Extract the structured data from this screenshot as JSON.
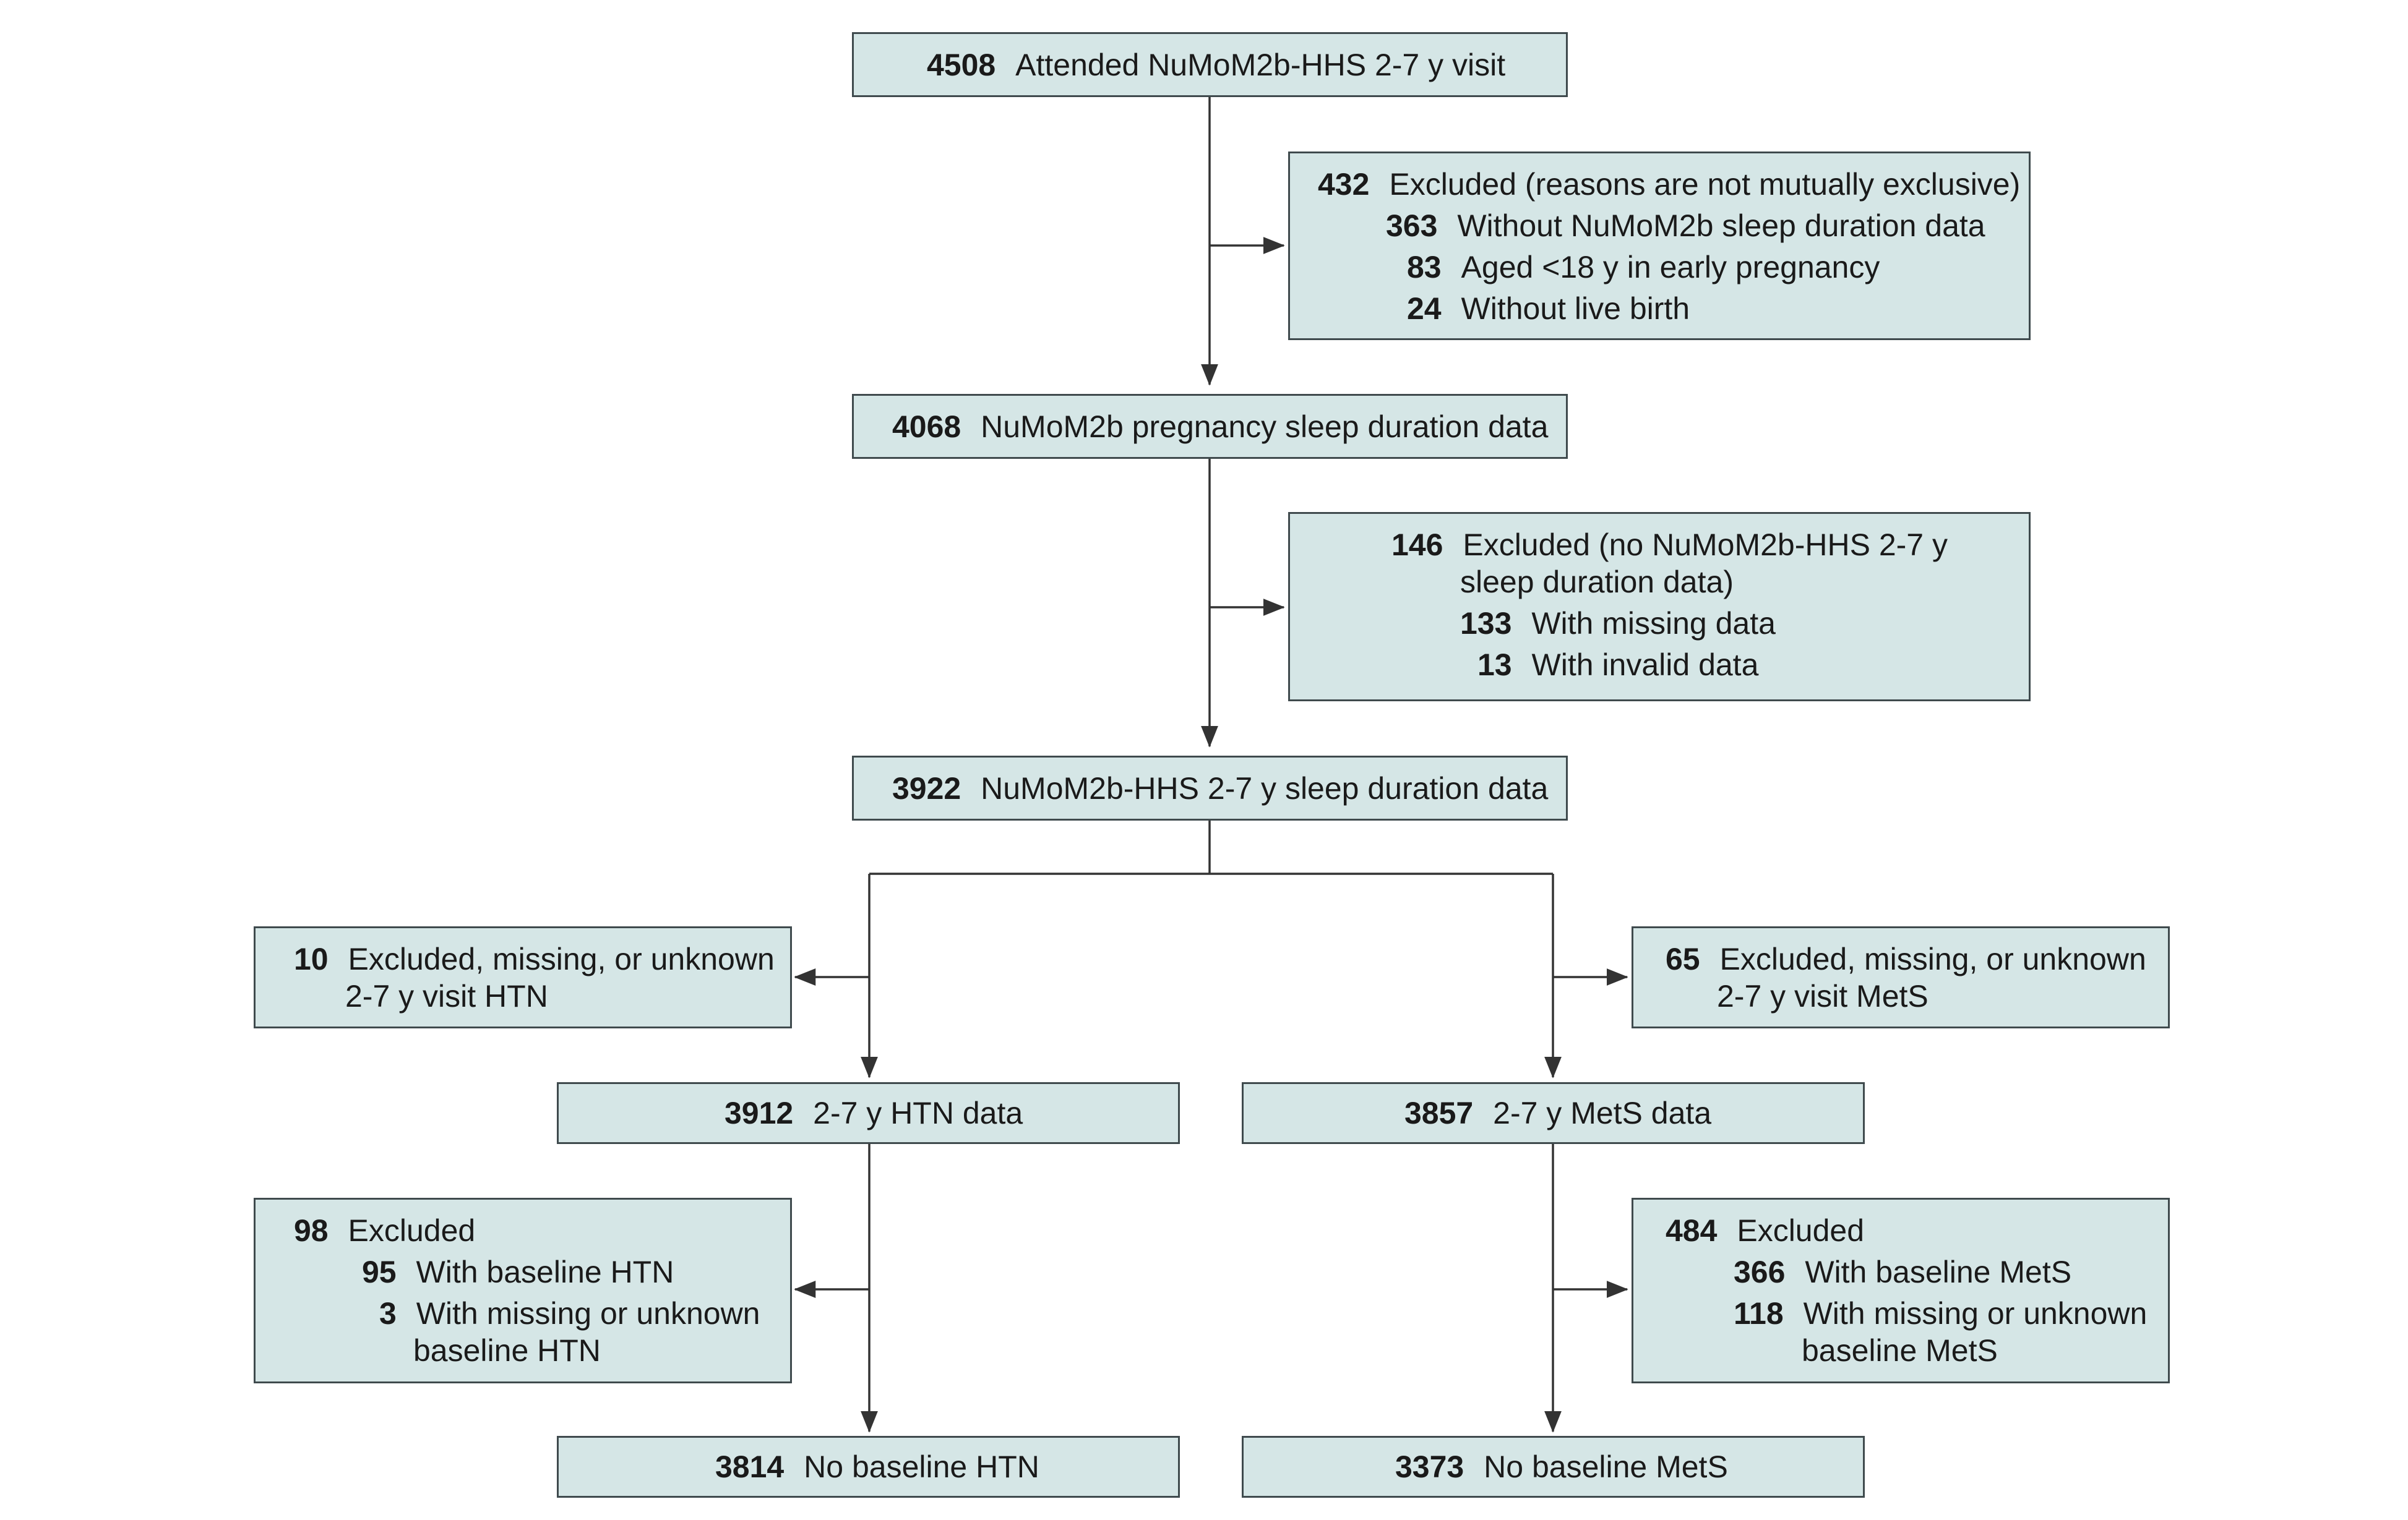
{
  "boxes": {
    "attended": {
      "count": "4508",
      "text": "Attended NuMoM2b-HHS 2-7 y visit"
    },
    "excluded1": {
      "count": "432",
      "text": "Excluded (reasons are not mutually exclusive)",
      "items": [
        {
          "count": "363",
          "text": "Without NuMoM2b sleep duration data"
        },
        {
          "count": "83",
          "text": "Aged <18 y in early pregnancy"
        },
        {
          "count": "24",
          "text": "Without live birth"
        }
      ]
    },
    "pregnancy_sleep": {
      "count": "4068",
      "text": "NuMoM2b pregnancy sleep duration data"
    },
    "excluded2": {
      "count": "146",
      "text_line1": "Excluded (no NuMoM2b-HHS 2-7 y",
      "text_line2": "sleep duration data)",
      "items": [
        {
          "count": "133",
          "text": "With missing data"
        },
        {
          "count": "13",
          "text": "With invalid data"
        }
      ]
    },
    "hhs_sleep": {
      "count": "3922",
      "text": "NuMoM2b-HHS 2-7 y sleep duration data"
    },
    "excluded_htn": {
      "count": "10",
      "text_line1": "Excluded, missing, or unknown",
      "text_line2": "2-7 y visit HTN"
    },
    "excluded_mets": {
      "count": "65",
      "text_line1": "Excluded, missing, or unknown",
      "text_line2": "2-7 y visit MetS"
    },
    "htn_data": {
      "count": "3912",
      "text": "2-7 y HTN data"
    },
    "mets_data": {
      "count": "3857",
      "text": "2-7 y MetS data"
    },
    "excluded_baseline_htn": {
      "count": "98",
      "text": "Excluded",
      "items": [
        {
          "count": "95",
          "text": "With baseline HTN"
        },
        {
          "count": "3",
          "text_line1": "With missing or unknown",
          "text_line2": "baseline HTN"
        }
      ]
    },
    "excluded_baseline_mets": {
      "count": "484",
      "text": "Excluded",
      "items": [
        {
          "count": "366",
          "text": "With baseline MetS"
        },
        {
          "count": "118",
          "text_line1": "With missing or unknown",
          "text_line2": "baseline MetS"
        }
      ]
    },
    "no_baseline_htn": {
      "count": "3814",
      "text": "No baseline HTN"
    },
    "no_baseline_mets": {
      "count": "3373",
      "text": "No baseline MetS"
    }
  },
  "colors": {
    "box_fill": "#d5e6e6",
    "box_border": "#3f4a4d",
    "connector": "#333333"
  }
}
